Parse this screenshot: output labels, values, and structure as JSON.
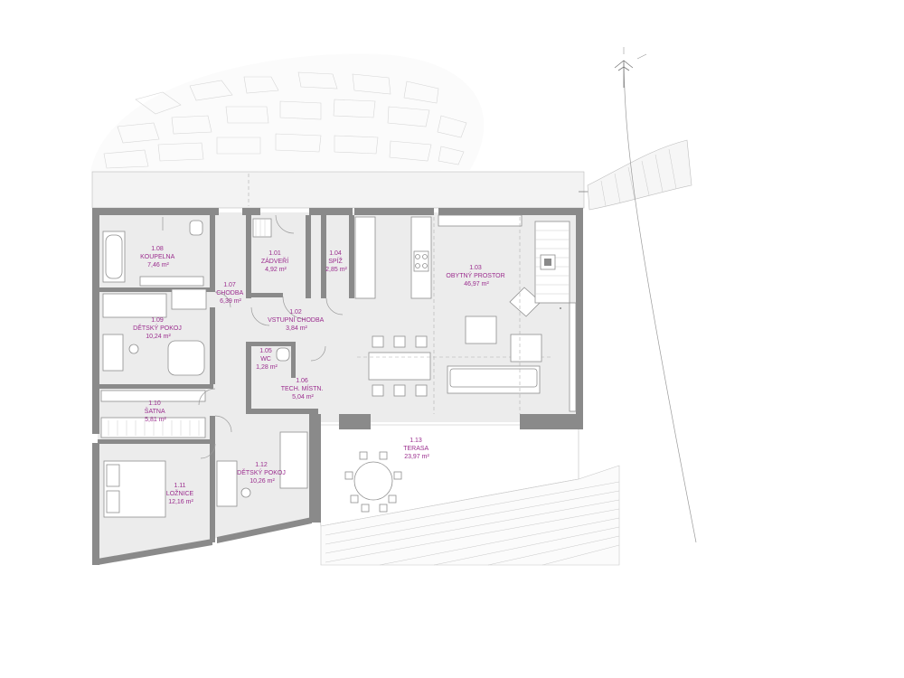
{
  "rooms": [
    {
      "id": "r108",
      "number": "1.08",
      "name": "KOUPELNA",
      "area": "7,46 m²"
    },
    {
      "id": "r101",
      "number": "1.01",
      "name": "ZÁDVEŘÍ",
      "area": "4,92 m²"
    },
    {
      "id": "r104",
      "number": "1.04",
      "name": "SPÍŽ",
      "area": "2,85 m²"
    },
    {
      "id": "r103",
      "number": "1.03",
      "name": "OBYTNÝ PROSTOR",
      "area": "46,97 m²"
    },
    {
      "id": "r107",
      "number": "1.07",
      "name": "CHODBA",
      "area": "6,39 m²"
    },
    {
      "id": "r102",
      "number": "1.02",
      "name": "VSTUPNÍ CHODBA",
      "area": "3,84 m²"
    },
    {
      "id": "r109",
      "number": "1.09",
      "name": "DĚTSKÝ POKOJ",
      "area": "10,24 m²"
    },
    {
      "id": "r105",
      "number": "1.05",
      "name": "WC",
      "area": "1,28 m²"
    },
    {
      "id": "r106",
      "number": "1.06",
      "name": "TECH. MÍSTN.",
      "area": "5,04 m²"
    },
    {
      "id": "r110",
      "number": "1.10",
      "name": "ŠATNA",
      "area": "5,81 m²"
    },
    {
      "id": "r113",
      "number": "1.13",
      "name": "TERASA",
      "area": "23,97 m²"
    },
    {
      "id": "r112",
      "number": "1.12",
      "name": "DĚTSKÝ POKOJ",
      "area": "10,26 m²"
    },
    {
      "id": "r111",
      "number": "1.11",
      "name": "LOŽNICE",
      "area": "12,16 m²"
    }
  ],
  "colors": {
    "label": "#9b2d8e",
    "wall": "#8a8a8a",
    "floor": "#ececec",
    "line": "#9a9a9a"
  }
}
